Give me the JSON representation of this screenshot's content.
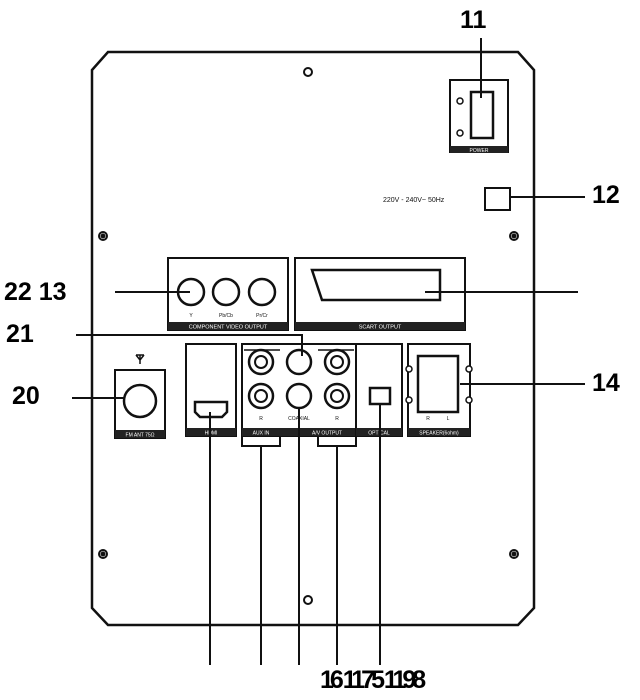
{
  "callouts": {
    "c11": "11",
    "c12": "12",
    "c13": "22 13",
    "c21": "21",
    "c20": "20",
    "c14": "14",
    "bottom": "16 1175 1198"
  },
  "panel_labels": {
    "power": "POWER",
    "voltage": "220V - 240V~ 50Hz",
    "component_video_output": "COMPONENT VIDEO OUTPUT",
    "comp_y": "Y",
    "comp_pb": "Pb/Cb",
    "comp_pr": "Pr/Cr",
    "scart_output": "SCART OUTPUT",
    "hdmi": "HDMI",
    "audio_in": "AUX IN",
    "av_output": "A/V OUTPUT",
    "optical": "OPTICAL",
    "coaxial": "COAXIAL",
    "speakers": "SPEAKER(6ohm)",
    "fm_antenna": "FM ANT 75Ω",
    "aux_r": "R",
    "av_r": "R",
    "spk_r": "R",
    "spk_l": "L"
  },
  "colors": {
    "line": "#111111",
    "fill": "#ffffff",
    "label_bg": "#222222",
    "label_text": "#ffffff"
  }
}
